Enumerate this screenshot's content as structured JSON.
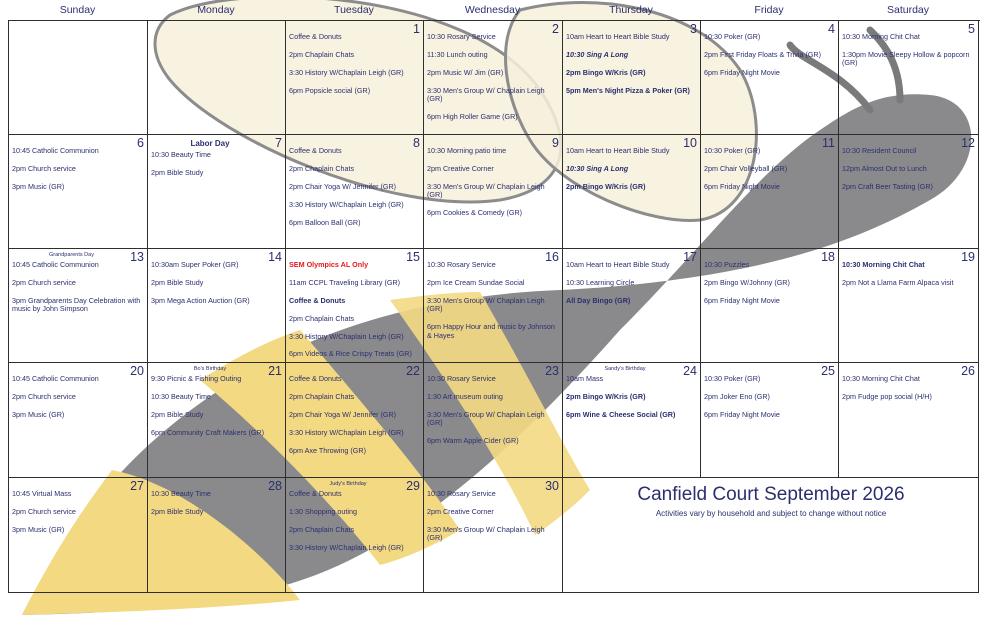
{
  "calendar": {
    "title": "Canfield Court September 2026",
    "subtitle": "Activities vary by household and subject to change without notice",
    "weekdays": [
      "Sunday",
      "Monday",
      "Tuesday",
      "Wednesday",
      "Thursday",
      "Friday",
      "Saturday"
    ],
    "weeks": [
      [
        {
          "day": "",
          "special": "",
          "events": []
        },
        {
          "day": "",
          "special": "",
          "events": []
        },
        {
          "day": "1",
          "special": "",
          "events": [
            {
              "text": "Coffee & Donuts"
            },
            {
              "text": "2pm Chaplain Chats"
            },
            {
              "text": "3:30 History W/Chaplain Leigh (GR)"
            },
            {
              "text": "6pm Popsicle social (GR)"
            }
          ]
        },
        {
          "day": "2",
          "special": "",
          "events": [
            {
              "text": "10:30 Rosary Service"
            },
            {
              "text": "11:30 Lunch outing"
            },
            {
              "text": "2pm Music W/ Jim (GR)"
            },
            {
              "text": "3:30 Men's Group W/ Chaplain Leigh (GR)"
            },
            {
              "text": "6pm High Roller Game (GR)"
            }
          ]
        },
        {
          "day": "3",
          "special": "",
          "events": [
            {
              "text": "10am Heart to Heart Bible Study"
            },
            {
              "text": "10:30 Sing A Long",
              "style": "italic"
            },
            {
              "text": "2pm Bingo W/Kris (GR)",
              "style": "bold"
            },
            {
              "text": "5pm Men's Night Pizza & Poker (GR)",
              "style": "bold"
            }
          ]
        },
        {
          "day": "4",
          "special": "",
          "events": [
            {
              "text": "10:30 Poker (GR)"
            },
            {
              "text": "2pm First Friday Floats & Trivia (GR)"
            },
            {
              "text": "6pm Friday Night Movie"
            }
          ]
        },
        {
          "day": "5",
          "special": "",
          "events": [
            {
              "text": "10:30 Morning Chit Chat"
            },
            {
              "text": "1:30pm Movie Sleepy Hollow & popcorn (GR)"
            }
          ]
        }
      ],
      [
        {
          "day": "6",
          "special": "",
          "events": [
            {
              "text": "10:45 Catholic Communion"
            },
            {
              "text": "2pm Church service"
            },
            {
              "text": "3pm Music (GR)"
            }
          ]
        },
        {
          "day": "7",
          "special": "Labor Day",
          "specialBig": true,
          "events": [
            {
              "text": "10:30 Beauty Time"
            },
            {
              "text": "2pm Bible Study"
            }
          ]
        },
        {
          "day": "8",
          "special": "",
          "events": [
            {
              "text": "Coffee & Donuts"
            },
            {
              "text": "2pm Chaplain Chats"
            },
            {
              "text": "2pm Chair Yoga W/ Jennifer (GR)"
            },
            {
              "text": "3:30 History W/Chaplain Leigh (GR)"
            },
            {
              "text": "6pm Balloon Ball (GR)"
            }
          ]
        },
        {
          "day": "9",
          "special": "",
          "events": [
            {
              "text": "10:30 Morning patio time"
            },
            {
              "text": "2pm Creative Corner"
            },
            {
              "text": "3:30 Men's Group W/ Chaplain Leigh (GR)"
            },
            {
              "text": "6pm Cookies & Comedy (GR)"
            }
          ]
        },
        {
          "day": "10",
          "special": "",
          "events": [
            {
              "text": "10am Heart to Heart Bible Study"
            },
            {
              "text": "10:30 Sing A Long",
              "style": "italic"
            },
            {
              "text": "2pm Bingo W/Kris (GR)",
              "style": "bold"
            }
          ]
        },
        {
          "day": "11",
          "special": "",
          "events": [
            {
              "text": "10:30 Poker (GR)"
            },
            {
              "text": "2pm Chair Volleyball (GR)"
            },
            {
              "text": "6pm Friday Night Movie"
            }
          ]
        },
        {
          "day": "12",
          "special": "",
          "events": [
            {
              "text": "10:30 Resident Council"
            },
            {
              "text": "12pm Almost Out to Lunch"
            },
            {
              "text": "2pm Craft Beer Tasting (GR)"
            }
          ]
        }
      ],
      [
        {
          "day": "13",
          "special": "Grandparents Day",
          "events": [
            {
              "text": "10:45 Catholic Communion"
            },
            {
              "text": "2pm Church service"
            },
            {
              "text": "3pm Grandparents Day Celebration with music by John Simpson"
            }
          ]
        },
        {
          "day": "14",
          "special": "",
          "events": [
            {
              "text": "10:30am Super Poker (GR)"
            },
            {
              "text": "2pm Bible Study"
            },
            {
              "text": "3pm Mega  Action Auction (GR)"
            }
          ]
        },
        {
          "day": "15",
          "special": "",
          "events": [
            {
              "text": "SEM Olympics AL Only",
              "style": "red"
            },
            {
              "text": "11am CCPL Traveling Library (GR)"
            },
            {
              "text": "Coffee & Donuts",
              "style": "bold"
            },
            {
              "text": "2pm Chaplain Chats"
            },
            {
              "text": "3:30 History W/Chaplain Leigh (GR)"
            },
            {
              "text": "6pm Videos & Rice Crispy Treats (GR)"
            }
          ]
        },
        {
          "day": "16",
          "special": "",
          "events": [
            {
              "text": "10:30 Rosary Service"
            },
            {
              "text": "2pm Ice Cream Sundae Social"
            },
            {
              "text": "3:30 Men's Group W/ Chaplain Leigh (GR)"
            },
            {
              "text": "6pm Happy Hour and music by Johnson & Hayes"
            }
          ]
        },
        {
          "day": "17",
          "special": "",
          "events": [
            {
              "text": "10am Heart to Heart Bible Study"
            },
            {
              "text": "10:30 Learning Circle"
            },
            {
              "text": "All Day Bingo (GR)",
              "style": "bold"
            }
          ]
        },
        {
          "day": "18",
          "special": "",
          "events": [
            {
              "text": "10:30 Puzzles"
            },
            {
              "text": "2pm Bingo W/Johnny (GR)"
            },
            {
              "text": "6pm Friday Night Movie"
            }
          ]
        },
        {
          "day": "19",
          "special": "",
          "events": [
            {
              "text": "10:30 Morning Chit Chat",
              "style": "bold"
            },
            {
              "text": "2pm Not a Llama Farm Alpaca visit"
            }
          ]
        }
      ],
      [
        {
          "day": "20",
          "special": "",
          "events": [
            {
              "text": "10:45 Catholic Communion"
            },
            {
              "text": "2pm Church service"
            },
            {
              "text": "3pm Music (GR)"
            }
          ]
        },
        {
          "day": "21",
          "special": "Bo's Birthday",
          "events": [
            {
              "text": "9:30 Picnic & Fishing Outing"
            },
            {
              "text": "10:30 Beauty Time"
            },
            {
              "text": "2pm Bible Study"
            },
            {
              "text": "6pm Community Craft Makers (GR)"
            }
          ]
        },
        {
          "day": "22",
          "special": "",
          "events": [
            {
              "text": "Coffee & Donuts"
            },
            {
              "text": "2pm Chaplain Chats"
            },
            {
              "text": "2pm Chair Yoga W/ Jennifer (GR)"
            },
            {
              "text": "3:30 History W/Chaplain Leigh (GR)"
            },
            {
              "text": "6pm Axe Throwing (GR)"
            }
          ]
        },
        {
          "day": "23",
          "special": "",
          "events": [
            {
              "text": "10:30 Rosary Service"
            },
            {
              "text": "1:30 Art museum outing"
            },
            {
              "text": "3:30 Men's Group W/ Chaplain Leigh (GR)"
            },
            {
              "text": "6pm Warm Apple Cider (GR)"
            }
          ]
        },
        {
          "day": "24",
          "special": "Sandy's Birthday",
          "events": [
            {
              "text": "10am Mass"
            },
            {
              "text": "2pm Bingo W/Kris (GR)",
              "style": "bold"
            },
            {
              "text": "6pm Wine & Cheese Social (GR)",
              "style": "bold"
            }
          ]
        },
        {
          "day": "25",
          "special": "",
          "events": [
            {
              "text": "10:30 Poker (GR)"
            },
            {
              "text": "2pm Joker Eno (GR)"
            },
            {
              "text": "6pm Friday Night Movie"
            }
          ]
        },
        {
          "day": "26",
          "special": "",
          "events": [
            {
              "text": "10:30 Morning Chit Chat"
            },
            {
              "text": "2pm Fudge pop social (H/H)"
            }
          ]
        }
      ],
      [
        {
          "day": "27",
          "special": "",
          "events": [
            {
              "text": "10:45  Virtual Mass"
            },
            {
              "text": "2pm Church service"
            },
            {
              "text": "3pm Music (GR)"
            }
          ]
        },
        {
          "day": "28",
          "special": "",
          "events": [
            {
              "text": "10:30 Beauty Time"
            },
            {
              "text": "2pm Bible Study"
            }
          ]
        },
        {
          "day": "29",
          "special": "Judy's Birthday",
          "events": [
            {
              "text": "Coffee & Donuts"
            },
            {
              "text": "1:30 Shopping outing"
            },
            {
              "text": "2pm Chaplain Chats"
            },
            {
              "text": "3:30 History W/Chaplain Leigh (GR)"
            }
          ]
        },
        {
          "day": "30",
          "special": "",
          "events": [
            {
              "text": "10:30 Rosary Service"
            },
            {
              "text": "2pm Creative Corner"
            },
            {
              "text": "3:30 Men's Group W/ Chaplain Leigh (GR)"
            }
          ]
        }
      ]
    ]
  },
  "colors": {
    "text": "#2b2f6e",
    "red": "#e8171e",
    "bee_gray": "#7a7a7d",
    "bee_yellow": "#f4d983",
    "wing_cream": "#f7f0dc",
    "grid": "#2e2e2e"
  }
}
